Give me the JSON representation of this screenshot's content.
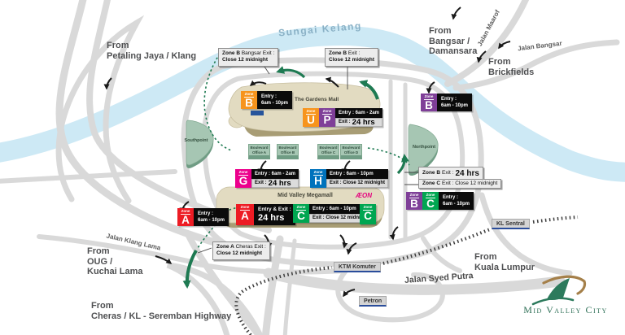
{
  "map": {
    "river_label": "Sungai Kelang",
    "zone_word": "Zone",
    "directions": {
      "petaling": "From\nPetaling Jaya / Klang",
      "bangsar": "From\nBangsar /\nDamansara",
      "brickfields": "From\nBrickfields",
      "oug": "From\nOUG /\nKuchai Lama",
      "cheras": "From\nCheras / KL - Seremban Highway",
      "kuala_lumpur": "From\nKuala Lumpur"
    },
    "roads": {
      "jalan_maarof": "Jalan Maarof",
      "jalan_bangsar": "Jalan Bangsar",
      "jalan_klang_lama": "Jalan Klang Lama",
      "jalan_syed_putra": "Jalan Syed Putra"
    },
    "stations": {
      "kl_sentral": "KL Sentral",
      "ktm_komuter": "KTM Komuter",
      "petron": "Petron"
    },
    "buildings": {
      "gardens_mall": "The Gardens Mall",
      "megamall": "Mid Valley Megamall",
      "aeon": "ÆON",
      "southpoint": "Southpoint",
      "northpoint": "Northpoint",
      "boulevard_offices": [
        "Boulevard\nOffice A",
        "Boulevard\nOffice B",
        "Boulevard\nOffice C",
        "Boulevard\nOffice D"
      ]
    },
    "callouts": {
      "zone_b_bangsar_exit": {
        "zone": "Zone B",
        "text": "Bangsar Exit :",
        "line2": "Close 12 midnight"
      },
      "zone_b_exit": {
        "zone": "Zone B",
        "text": "Exit :",
        "line2": "Close 12 midnight"
      },
      "zone_a_cheras_exit": {
        "zone": "Zone A",
        "text": "Cheras Exit :",
        "line2": "Close 12 midnight"
      },
      "zone_b_exit_24": {
        "zone": "Zone B",
        "text": "Exit :",
        "value": "24 hrs"
      },
      "zone_c_exit_midnight": {
        "zone": "Zone C",
        "text": "Exit : Close 12 midnight"
      }
    },
    "zone_signs": {
      "gardens_b": {
        "letter": "B",
        "color": "#f7941d",
        "entry_label": "Entry :",
        "entry_value": "6am - 10pm"
      },
      "gardens_up": {
        "letter_u": "U",
        "color_u": "#f7941d",
        "letter_p": "P",
        "color_p": "#7f3f98",
        "entry": "Entry : 6am - 2am",
        "exit_label": "Exit :",
        "exit_value": "24 hrs"
      },
      "north_b": {
        "letter": "B",
        "color": "#7f3f98",
        "entry_label": "Entry :",
        "entry_value": "6am - 10pm"
      },
      "mega_g": {
        "letter": "G",
        "color": "#ec008c",
        "entry": "Entry : 6am - 2am",
        "exit_label": "Exit :",
        "exit_value": "24 hrs"
      },
      "mega_h": {
        "letter": "H",
        "color": "#0072bc",
        "entry": "Entry : 6am - 10pm",
        "exit": "Exit : Close 12 midnight"
      },
      "mega_a": {
        "letter": "A",
        "color": "#ed1c24",
        "entry_label": "Entry & Exit :",
        "entry_value": "24 hrs"
      },
      "mega_c": {
        "letter": "C",
        "color": "#00a651",
        "entry": "Entry : 6am - 10pm",
        "exit": "Exit : Close 12 midnight"
      },
      "mega_c_east": {
        "letter": "C",
        "color": "#00a651"
      },
      "west_a": {
        "letter": "A",
        "color": "#ed1c24",
        "entry_label": "Entry :",
        "entry_value": "6am - 10pm"
      },
      "sentral_bc": {
        "letter_b": "B",
        "color_b": "#7f3f98",
        "letter_c": "C",
        "color_c": "#00a651",
        "entry_label": "Entry :",
        "entry_value": "6am - 10pm"
      }
    },
    "logo": {
      "name": "Mid Valley City"
    },
    "colors": {
      "river": "#cde9f5",
      "road": "#d9d9d9",
      "building_beige": "#e2dbc1",
      "building_green": "#a6c6b3",
      "rail_underline": "#2a4d9b",
      "logo_green": "#2c6e55",
      "logo_gold": "#a5804a",
      "aeon_pink": "#e5007d",
      "arrow_green": "#1e7a52",
      "sign_black": "#0b0b0b"
    }
  }
}
